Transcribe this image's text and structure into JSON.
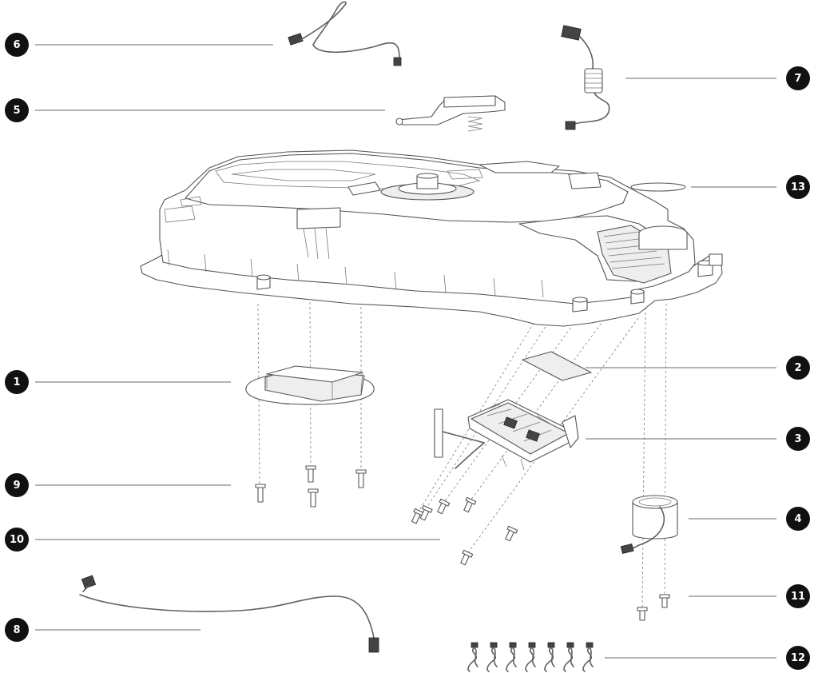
{
  "callouts": [
    {
      "id": "1",
      "label": "1"
    },
    {
      "id": "2",
      "label": "2"
    },
    {
      "id": "3",
      "label": "3"
    },
    {
      "id": "4",
      "label": "4"
    },
    {
      "id": "5",
      "label": "5"
    },
    {
      "id": "6",
      "label": "6"
    },
    {
      "id": "7",
      "label": "7"
    },
    {
      "id": "8",
      "label": "8"
    },
    {
      "id": "9",
      "label": "9"
    },
    {
      "id": "10",
      "label": "10"
    },
    {
      "id": "11",
      "label": "11"
    },
    {
      "id": "12",
      "label": "12"
    },
    {
      "id": "13",
      "label": "13"
    }
  ],
  "colors": {
    "badge": "#111111",
    "badge_text": "#ffffff",
    "line": "#555555",
    "background": "#ffffff"
  }
}
